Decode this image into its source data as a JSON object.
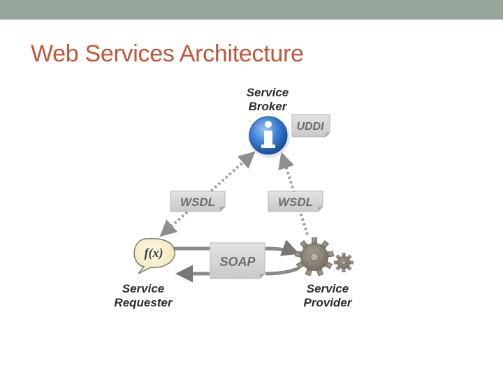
{
  "slide": {
    "title": "Web Services Architecture"
  },
  "diagram": {
    "broker": {
      "line1": "Service",
      "line2": "Broker",
      "icon": "info-icon",
      "registry_label": "UDDI"
    },
    "requester": {
      "line1": "Service",
      "line2": "Requester",
      "icon": "speech-bubble-function-icon",
      "bubble_text": "f(x)"
    },
    "provider": {
      "line1": "Service",
      "line2": "Provider",
      "icon": "gears-icon"
    },
    "wsdl_left": "WSDL",
    "wsdl_right": "WSDL",
    "soap": "SOAP"
  },
  "colors": {
    "band": "#97a69a",
    "title": "#c0563a",
    "doc_fill": "#d4d4d4",
    "info_blue": "#2f6fc4",
    "gear": "#8a8178"
  }
}
